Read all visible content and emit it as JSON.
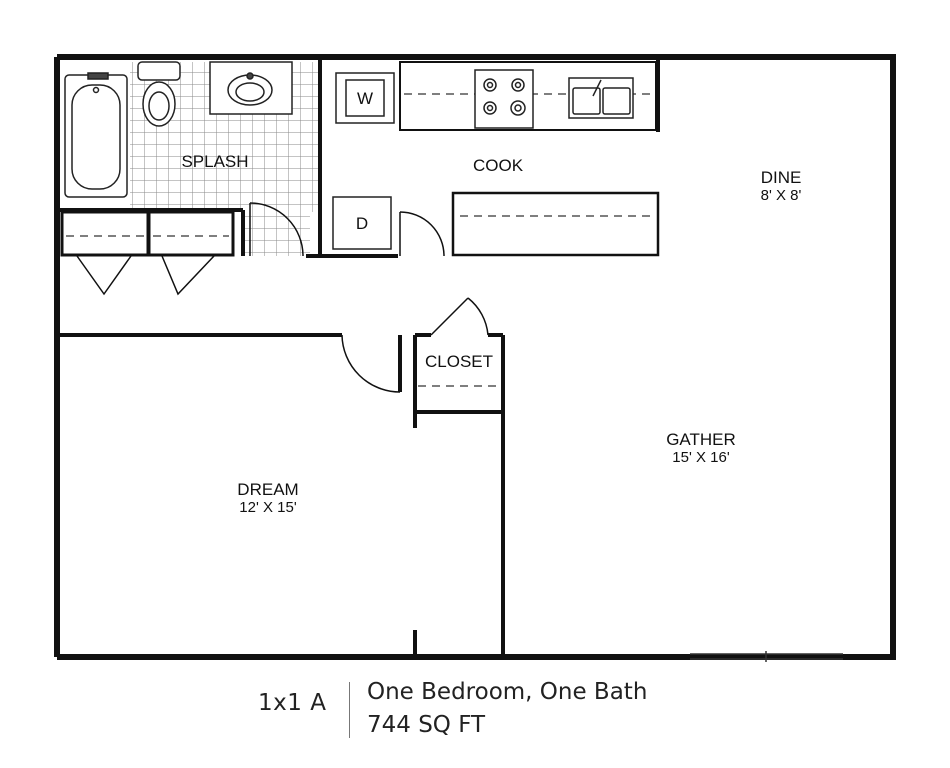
{
  "rooms": {
    "splash": {
      "label": "SPLASH"
    },
    "cook": {
      "label": "COOK"
    },
    "dine": {
      "label": "DINE",
      "size": "8' X 8'"
    },
    "gather": {
      "label": "GATHER",
      "size": "15' X 16'"
    },
    "dream": {
      "label": "DREAM",
      "size": "12' X 15'"
    },
    "closet": {
      "label": "CLOSET"
    }
  },
  "appliances": {
    "washer": "W",
    "dryer": "D"
  },
  "footer": {
    "unit_code": "1x1 A",
    "description": "One Bedroom, One Bath",
    "area": "744 SQ FT"
  }
}
